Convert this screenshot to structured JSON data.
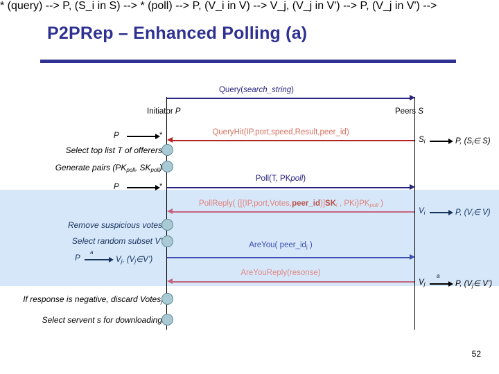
{
  "slide": {
    "title": "P2PRep – Enhanced Polling (a)",
    "page_number": "52",
    "accent_color": "#2e3191",
    "band_color": "#d6e7fa",
    "forward_arrow_color": "#262280",
    "reply_arrow_color": "#b22222"
  },
  "columns": {
    "initiator": {
      "label": "Initiator ",
      "actor": "P"
    },
    "peers": {
      "label": "Peers ",
      "actor": "S"
    }
  },
  "messages": [
    {
      "name": "query",
      "label": "Query(",
      "arg": "search_string",
      "tail": ")",
      "direction": "forward"
    },
    {
      "name": "query-hit",
      "label": "QueryHit(IP,port,speed,Result,peer_id)",
      "direction": "backward"
    },
    {
      "name": "poll",
      "label": "Poll(T, PK",
      "arg": "poll",
      "tail": ")",
      "direction": "forward"
    },
    {
      "name": "poll-reply",
      "label": "PollReply( {[(IP,port,Votes,",
      "bold": "peer_id",
      "mid": ")]",
      "bold2": "SK",
      "sub2": "i",
      "mid2": " , PKi}PK",
      "arg2": "poll",
      "tail": " )",
      "direction": "backward"
    },
    {
      "name": "are-you",
      "label": "AreYou( peer_id",
      "sub": "j",
      "tail": " )",
      "direction": "forward"
    },
    {
      "name": "are-you-reply",
      "label": "AreYouReply(resonse)",
      "direction": "backward"
    }
  ],
  "left_notes": [
    {
      "name": "note-select-top-list",
      "text": "Select top list T of offerers"
    },
    {
      "name": "note-generate-pairs",
      "text": "Generate pairs (PK",
      "sub": "poll",
      "text2": ", SK",
      "sub2": "poll",
      "text3": ")"
    },
    {
      "name": "note-remove-votes",
      "text": "Remove suspicious votes"
    },
    {
      "name": "note-random-subset",
      "text": "Select random subset V’"
    },
    {
      "name": "note-discard-votes",
      "text": "If response is negative, discard Votes",
      "sub": "j"
    },
    {
      "name": "note-select-servent",
      "text": "Select servent s for downloading"
    }
  ],
  "relations": [
    {
      "name": "relation-p-star-query",
      "from": "P",
      "to": "*",
      "over": ""
    },
    {
      "name": "relation-p-star-poll",
      "from": "P",
      "to": "*",
      "over": ""
    },
    {
      "name": "relation-si-p",
      "from": "S",
      "fromsub": "i",
      "to": "P, (S",
      "tosub": "i",
      "totail": "∈ S)",
      "over": ""
    },
    {
      "name": "relation-vi-p",
      "from": "V",
      "fromsub": "i",
      "to": "P, (V",
      "tosub": "i",
      "totail": "∈ V)",
      "over": ""
    },
    {
      "name": "relation-p-vj",
      "from": "P",
      "to": "V",
      "tosub": "j",
      "totail": ", (V",
      "tosub2": "j",
      "totail2": "∈V’)",
      "over": "a"
    },
    {
      "name": "relation-vj-p",
      "from": "V",
      "fromsub": "j",
      "to": "P, (V",
      "tosub": "j",
      "totail": "∈ V’)",
      "over": "a"
    }
  ]
}
